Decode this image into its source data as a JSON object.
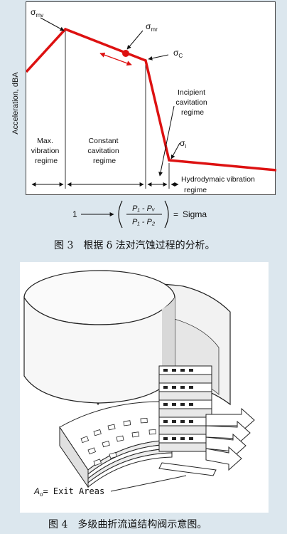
{
  "figure3": {
    "y_axis_label": "Acceleration, dBA",
    "points": {
      "mv": "σ",
      "mv_sub": "mv",
      "mr": "σ",
      "mr_sub": "mr",
      "c": "σ",
      "c_sub": "C",
      "i": "σ",
      "i_sub": "i"
    },
    "regimes": {
      "max_vibration": [
        "Max.",
        "vibration",
        "regime"
      ],
      "constant_cavitation": [
        "Constant",
        "cavitation",
        "regime"
      ],
      "incipient_cavitation": [
        "Incipient",
        "cavitation",
        "regime"
      ],
      "hydrodynamic_vibration": [
        "Hydrodymaic vibration",
        "regime"
      ]
    },
    "formula": {
      "left": "1",
      "numerator": "P₁ - Pᵥ",
      "denominator": "P₁ - P₂",
      "equals": "=",
      "right": "Sigma"
    },
    "caption": "图 3　根据 δ 法对汽蚀过程的分析。",
    "colors": {
      "curve": "#dd1111",
      "panel_bg": "#dce7ee"
    }
  },
  "figure4": {
    "annotation_prefix": "A",
    "annotation_sub": "o",
    "annotation_text": "= Exit Areas",
    "caption": "图 4　多级曲折流道结构阀示意图。"
  }
}
